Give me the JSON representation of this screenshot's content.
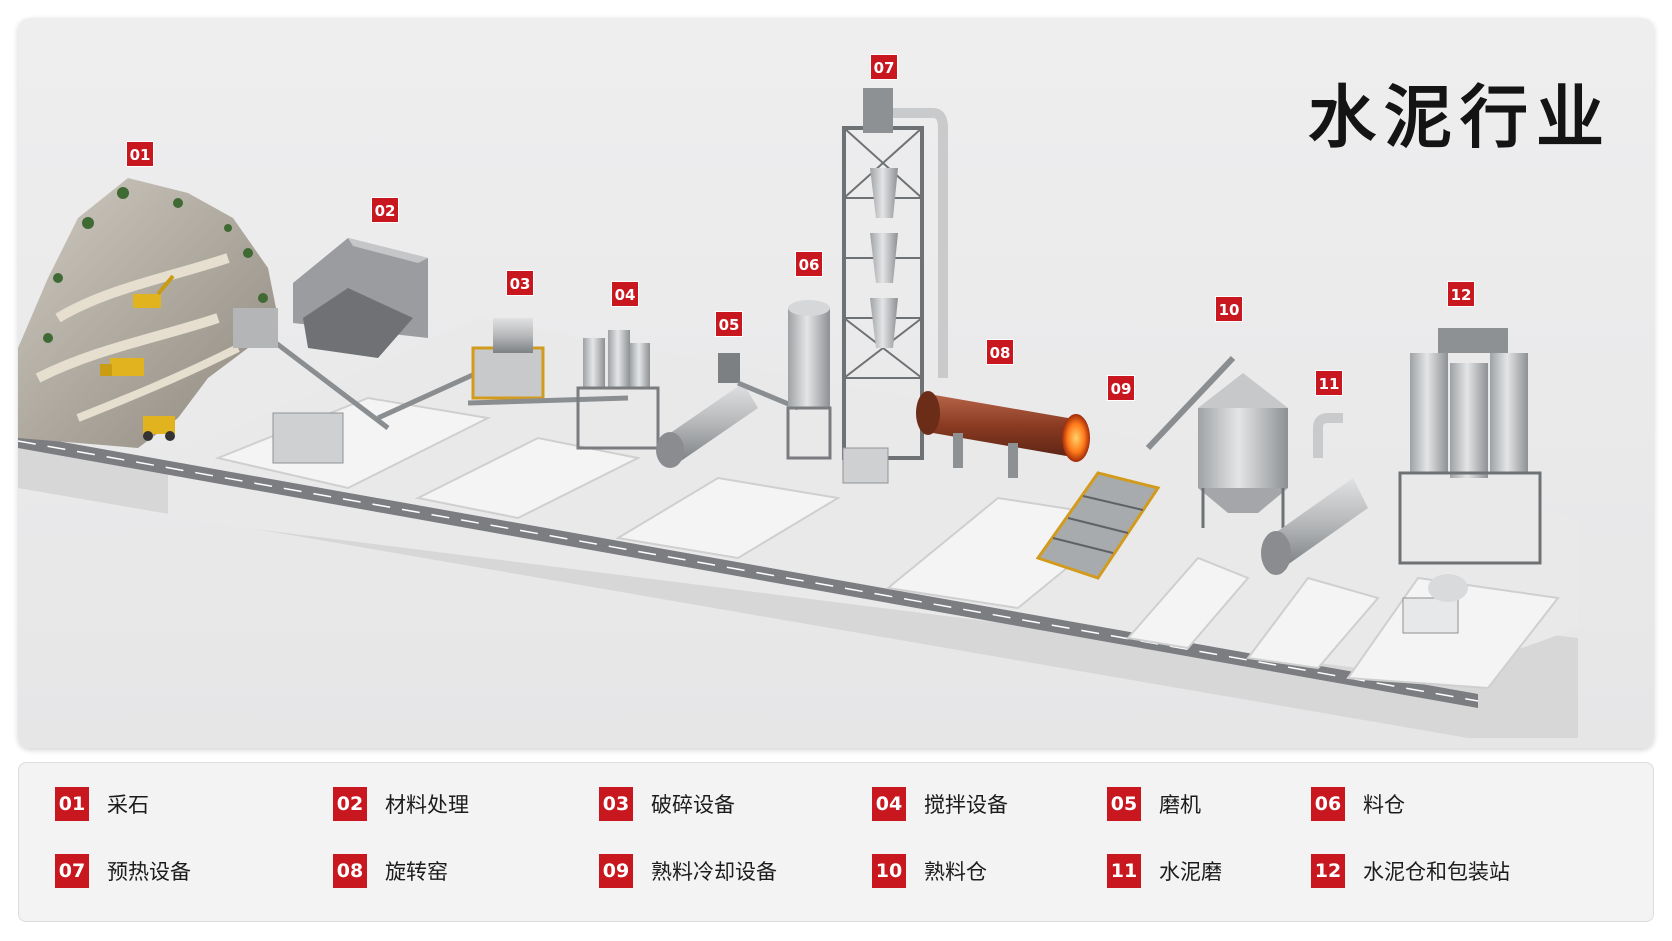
{
  "title": "水泥行业",
  "markers": [
    "01",
    "02",
    "03",
    "04",
    "05",
    "06",
    "07",
    "08",
    "09",
    "10",
    "11",
    "12"
  ],
  "legend": [
    {
      "num": "01",
      "label": "采石"
    },
    {
      "num": "02",
      "label": "材料处理"
    },
    {
      "num": "03",
      "label": "破碎设备"
    },
    {
      "num": "04",
      "label": "搅拌设备"
    },
    {
      "num": "05",
      "label": "磨机"
    },
    {
      "num": "06",
      "label": "料仓"
    },
    {
      "num": "07",
      "label": "预热设备"
    },
    {
      "num": "08",
      "label": "旋转窑"
    },
    {
      "num": "09",
      "label": "熟料冷却设备"
    },
    {
      "num": "10",
      "label": "熟料仓"
    },
    {
      "num": "11",
      "label": "水泥磨"
    },
    {
      "num": "12",
      "label": "水泥仓和包装站"
    }
  ],
  "colors": {
    "accent": "#c8171e",
    "kiln": "#8a3b22",
    "steel": "#b9bbbd"
  }
}
